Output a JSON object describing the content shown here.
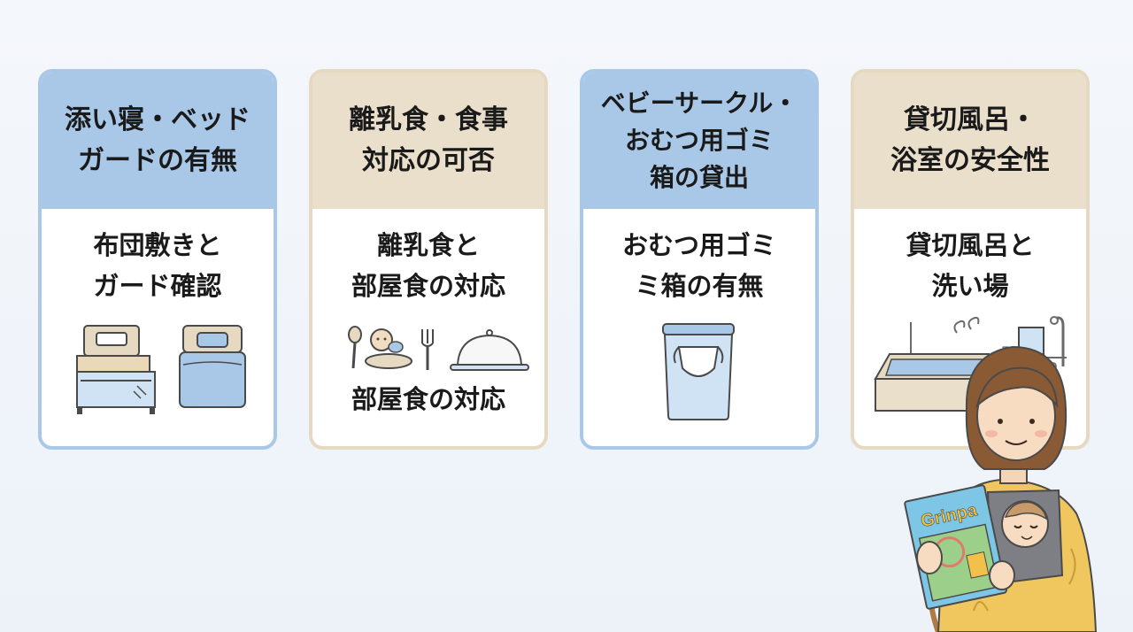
{
  "cards": [
    {
      "title_lines": [
        "添い寝・ベッド",
        "ガードの有無"
      ],
      "sub_lines": [
        "布団敷きと",
        "ガード確認"
      ],
      "icon": "beds-icon",
      "accent": "#a9c8e8"
    },
    {
      "title_lines": [
        "離乳食・食事",
        "対応の可否"
      ],
      "sub_lines": [
        "離乳食と",
        "部屋食の対応"
      ],
      "caption": "部屋食の対応",
      "icon": "baby-food-and-cloche-icon",
      "accent": "#eadfcb"
    },
    {
      "title_lines": [
        "ベビーサークル・",
        "おむつ用ゴミ",
        "箱の貸出"
      ],
      "sub_lines": [
        "おむつ用ゴミ",
        "ミ箱の有無"
      ],
      "icon": "diaper-bin-icon",
      "accent": "#a9c8e8"
    },
    {
      "title_lines": [
        "貸切風呂・",
        "浴室の安全性"
      ],
      "sub_lines": [
        "貸切風呂と",
        "洗い場"
      ],
      "icon": "bathtub-icon",
      "accent": "#eadfcb"
    }
  ],
  "illustration": {
    "magazine_title": "Grinpa",
    "icon": "mother-with-baby-reading-icon"
  }
}
